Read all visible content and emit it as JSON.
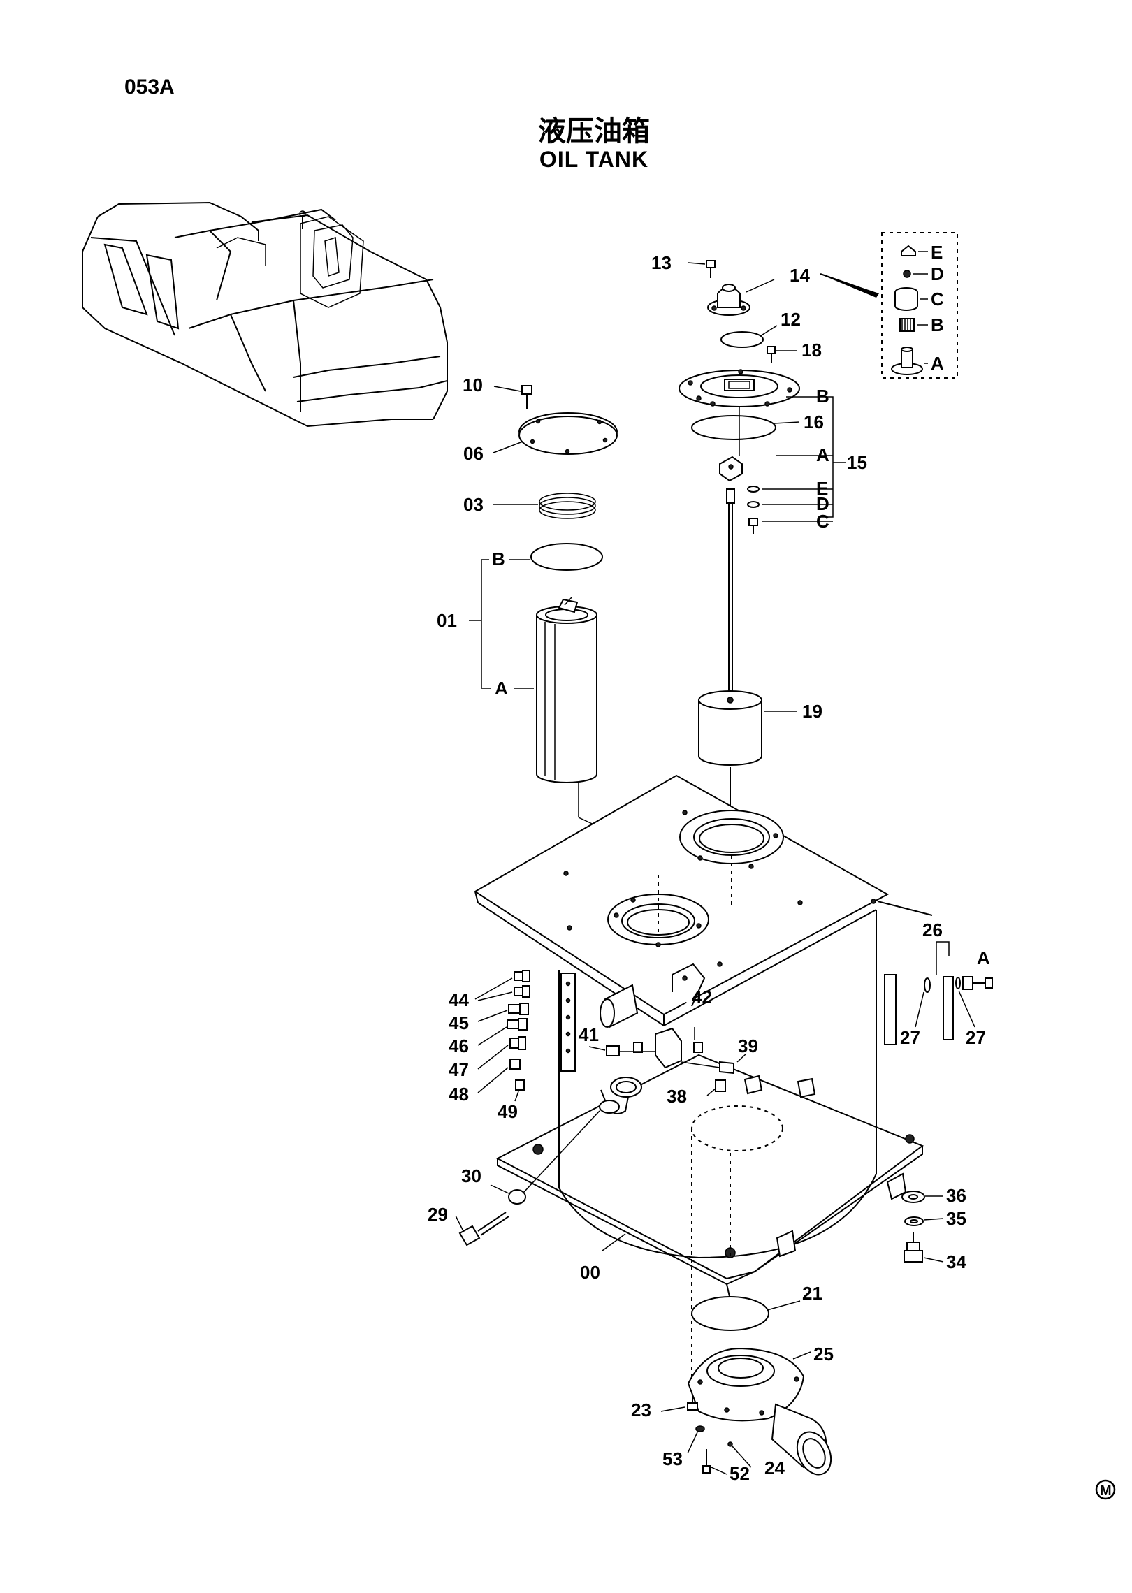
{
  "page_code": "053A",
  "title_cn": "液压油箱",
  "title_en": "OIL  TANK",
  "mark": "M",
  "callouts": {
    "p00": "00",
    "p01": "01",
    "p03": "03",
    "p06": "06",
    "p10": "10",
    "p12": "12",
    "p13": "13",
    "p14": "14",
    "p15": "15",
    "p16": "16",
    "p18": "18",
    "p19": "19",
    "p21": "21",
    "p23": "23",
    "p24": "24",
    "p25": "25",
    "p26": "26",
    "p27a": "27",
    "p27b": "27",
    "p29": "29",
    "p30": "30",
    "p34": "34",
    "p35": "35",
    "p36": "36",
    "p38": "38",
    "p39": "39",
    "p41": "41",
    "p42": "42",
    "p44": "44",
    "p45": "45",
    "p46": "46",
    "p47": "47",
    "p48": "48",
    "p49": "49",
    "p52": "52",
    "p53": "53"
  },
  "sub_labels": {
    "p01_A": "A",
    "p01_B": "B",
    "p15_A": "A",
    "p15_B": "B",
    "p15_C": "C",
    "p15_D": "D",
    "p15_E": "E",
    "p26_A": "A",
    "p14_A": "A",
    "p14_B": "B",
    "p14_C": "C",
    "p14_D": "D",
    "p14_E": "E"
  }
}
